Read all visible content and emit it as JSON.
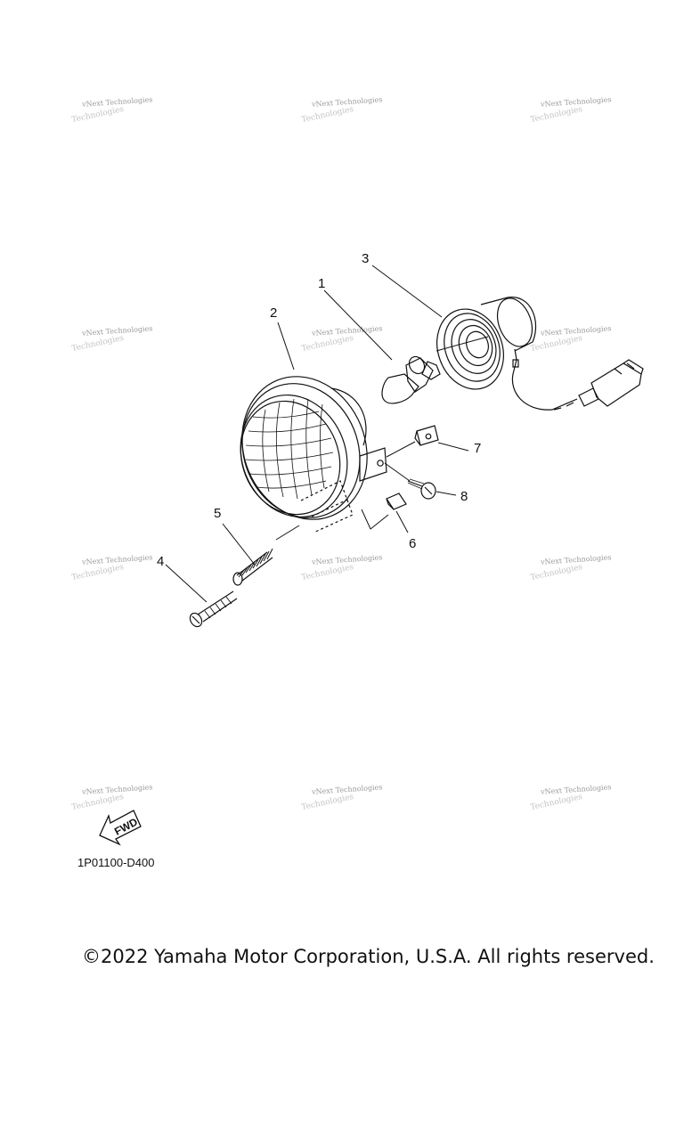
{
  "watermark": {
    "line1": "vNext Technologies",
    "line2": "Technologies"
  },
  "callouts": [
    "1",
    "2",
    "3",
    "4",
    "5",
    "6",
    "7",
    "8"
  ],
  "fwd_indicator": {
    "label": "FWD"
  },
  "diagram_code": "1P01100-D400",
  "copyright": "©2022 Yamaha Motor Corporation, U.S.A. All rights reserved."
}
